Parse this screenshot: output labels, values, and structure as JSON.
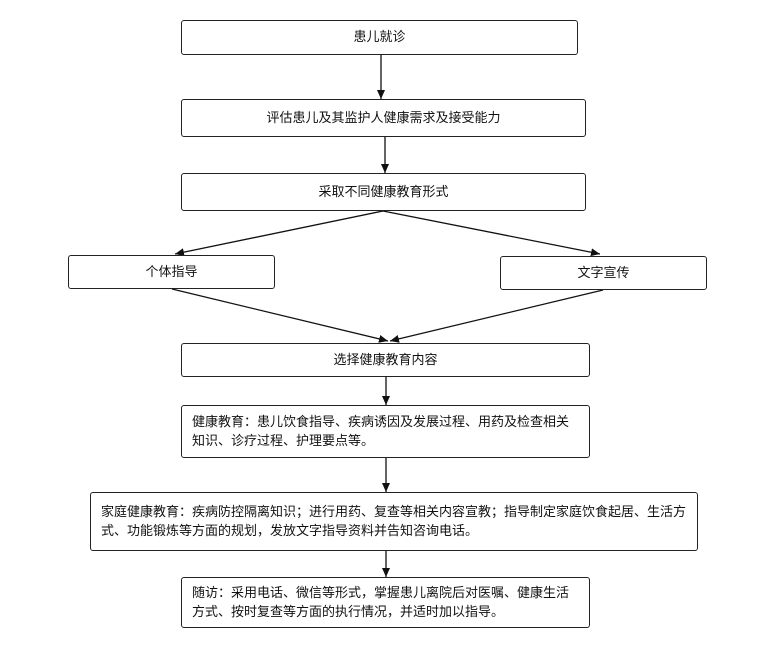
{
  "nodes": {
    "visit": "患儿就诊",
    "assess": "评估患儿及其监护人健康需求及接受能力",
    "forms": "采取不同健康教育形式",
    "individual": "个体指导",
    "written": "文字宣传",
    "select": "选择健康教育内容",
    "health_edu": "健康教育：患儿饮食指导、疾病诱因及发展过程、用药及检查相关知识、诊疗过程、护理要点等。",
    "family_edu": "家庭健康教育：疾病防控隔离知识；进行用药、复查等相关内容宣教；指导制定家庭饮食起居、生活方式、功能锻炼等方面的规划，发放文字指导资料并告知咨询电话。",
    "followup": "随访：采用电话、微信等形式，掌握患儿离院后对医嘱、健康生活方式、按时复查等方面的执行情况，并适时加以指导。"
  }
}
